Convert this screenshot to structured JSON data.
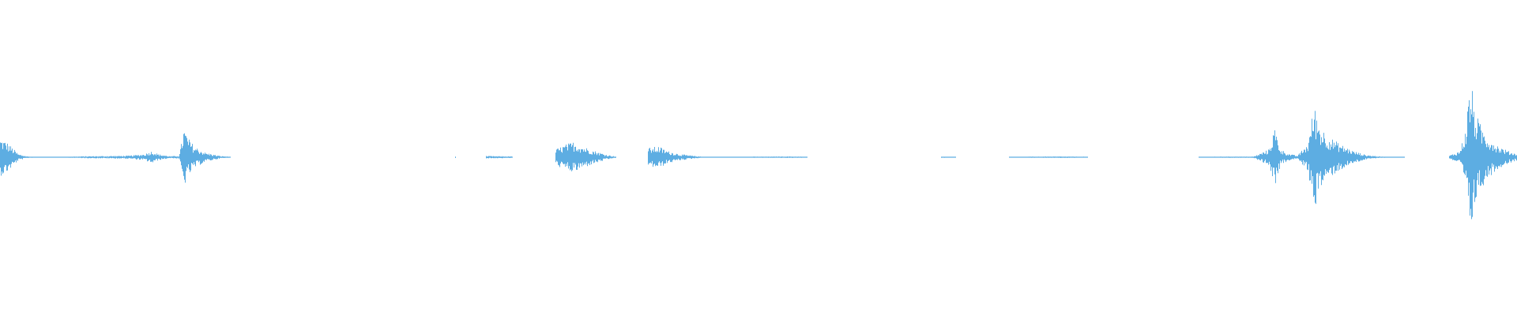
{
  "waveform": {
    "color": "#5DADE2",
    "background": "#ffffff",
    "peaks": [
      [
        0.0,
        0.12
      ],
      [
        0.004,
        0.1
      ],
      [
        0.008,
        0.06
      ],
      [
        0.012,
        0.02
      ],
      [
        0.018,
        0.005
      ],
      [
        0.024,
        0.002
      ],
      [
        0.044,
        0.003
      ],
      [
        0.055,
        0.006
      ],
      [
        0.07,
        0.008
      ],
      [
        0.085,
        0.01
      ],
      [
        0.095,
        0.02
      ],
      [
        0.1,
        0.04
      ],
      [
        0.104,
        0.02
      ],
      [
        0.112,
        0.006
      ],
      [
        0.118,
        0.01
      ],
      [
        0.121,
        0.19
      ],
      [
        0.124,
        0.12
      ],
      [
        0.128,
        0.07
      ],
      [
        0.135,
        0.03
      ],
      [
        0.145,
        0.008
      ],
      [
        0.152,
        0.003
      ],
      [
        0.188,
        0.003
      ],
      [
        0.219,
        0.005
      ],
      [
        0.3,
        0.005
      ],
      [
        0.32,
        0.008
      ],
      [
        0.338,
        0.005
      ],
      [
        0.366,
        0.05
      ],
      [
        0.372,
        0.08
      ],
      [
        0.378,
        0.1
      ],
      [
        0.384,
        0.07
      ],
      [
        0.392,
        0.04
      ],
      [
        0.4,
        0.015
      ],
      [
        0.406,
        0.004
      ],
      [
        0.427,
        0.06
      ],
      [
        0.434,
        0.07
      ],
      [
        0.44,
        0.04
      ],
      [
        0.448,
        0.02
      ],
      [
        0.456,
        0.01
      ],
      [
        0.463,
        0.003
      ],
      [
        0.48,
        0.003
      ],
      [
        0.49,
        0.003
      ],
      [
        0.503,
        0.004
      ],
      [
        0.52,
        0.005
      ],
      [
        0.532,
        0.003
      ],
      [
        0.56,
        0.004
      ],
      [
        0.59,
        0.006
      ],
      [
        0.62,
        0.004
      ],
      [
        0.63,
        0.002
      ],
      [
        0.665,
        0.002
      ],
      [
        0.682,
        0.004
      ],
      [
        0.7,
        0.005
      ],
      [
        0.717,
        0.003
      ],
      [
        0.763,
        0.002
      ],
      [
        0.79,
        0.002
      ],
      [
        0.806,
        0.004
      ],
      [
        0.826,
        0.004
      ],
      [
        0.836,
        0.05
      ],
      [
        0.84,
        0.19
      ],
      [
        0.844,
        0.05
      ],
      [
        0.85,
        0.02
      ],
      [
        0.855,
        0.01
      ],
      [
        0.862,
        0.09
      ],
      [
        0.866,
        0.34
      ],
      [
        0.87,
        0.2
      ],
      [
        0.876,
        0.13
      ],
      [
        0.884,
        0.08
      ],
      [
        0.892,
        0.04
      ],
      [
        0.9,
        0.015
      ],
      [
        0.91,
        0.004
      ],
      [
        0.92,
        0.002
      ],
      [
        0.926,
        0.002
      ],
      [
        0.955,
        0.01
      ],
      [
        0.962,
        0.04
      ],
      [
        0.966,
        0.18
      ],
      [
        0.969,
        0.52
      ],
      [
        0.972,
        0.3
      ],
      [
        0.976,
        0.2
      ],
      [
        0.982,
        0.12
      ],
      [
        0.988,
        0.07
      ],
      [
        0.994,
        0.04
      ],
      [
        1.0,
        0.02
      ]
    ]
  }
}
